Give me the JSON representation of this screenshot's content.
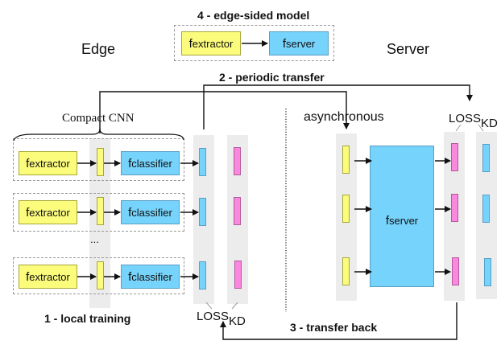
{
  "section_titles": {
    "edge": "Edge",
    "server": "Server"
  },
  "edge_sided_model": {
    "title": "4 - edge-sided model",
    "extractor": {
      "base": "f",
      "sub": "extractor"
    },
    "server": {
      "base": "f",
      "sub": "server"
    }
  },
  "steps": {
    "periodic_transfer": "2 - periodic transfer",
    "local_training": "1 - local training",
    "transfer_back": "3 - transfer back"
  },
  "compact_cnn_label": "Compact CNN",
  "ellipsis": "...",
  "edge_rows": [
    {
      "extractor": {
        "base": "f",
        "sub": "extractor"
      },
      "classifier": {
        "base": "f",
        "sub": "classifier"
      }
    },
    {
      "extractor": {
        "base": "f",
        "sub": "extractor"
      },
      "classifier": {
        "base": "f",
        "sub": "classifier"
      }
    },
    {
      "extractor": {
        "base": "f",
        "sub": "extractor"
      },
      "classifier": {
        "base": "f",
        "sub": "classifier"
      }
    }
  ],
  "loss_edge": {
    "base": "LOSS",
    "sub": "KD"
  },
  "loss_server": {
    "base": "LOSS",
    "sub": "KD"
  },
  "asynchronous_label": "asynchronous",
  "server_model": {
    "base": "f",
    "sub": "server"
  },
  "colors": {
    "extractor": "#fbfb7c",
    "classifier": "#76d3fb",
    "soft_label": "#fb88df",
    "column_bg": "#ececec"
  }
}
